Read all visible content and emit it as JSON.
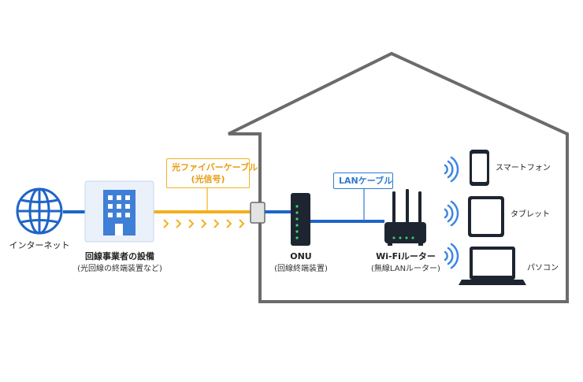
{
  "colors": {
    "fiber": "#f2b01e",
    "lan": "#1f64c8",
    "house_outline": "#6b6b6b",
    "globe": "#1f64c8",
    "building": "#3f7fd6",
    "building_bg": "#eaf1fb",
    "device_dark": "#1d2530",
    "wifi": "#3d86e0",
    "led": "#3fd07a"
  },
  "nodes": {
    "internet": {
      "label": "インターネット",
      "icon": "globe-icon"
    },
    "isp": {
      "label": "回線事業者の設備",
      "sublabel": "(光回線の終端装置など)",
      "icon": "building-icon"
    },
    "onu": {
      "label": "ONU",
      "sublabel": "(回線終端装置)",
      "icon": "onu-device-icon"
    },
    "router": {
      "label": "Wi-Fiルーター",
      "sublabel": "(無線LANルーター)",
      "icon": "router-icon"
    }
  },
  "callouts": {
    "fiber_line1": "光ファイバーケーブル",
    "fiber_line2": "(光信号)",
    "lan": "LANケーブル"
  },
  "devices": [
    {
      "label": "スマートフォン",
      "icon": "smartphone-icon"
    },
    {
      "label": "タブレット",
      "icon": "tablet-icon"
    },
    {
      "label": "パソコン",
      "icon": "laptop-icon"
    }
  ]
}
